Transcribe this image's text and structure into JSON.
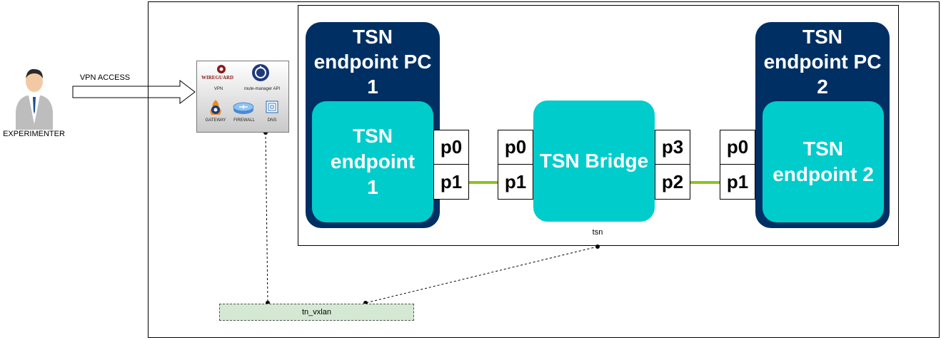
{
  "experimenter": {
    "label": "EXPERIMENTER",
    "icon": "person-icon"
  },
  "vpn_arrow": {
    "label": "VPN ACCESS"
  },
  "services": {
    "items": [
      {
        "name": "wireguard",
        "logo_text": "WIREGUARD",
        "label": "VPN",
        "icon": "wireguard-icon"
      },
      {
        "name": "route-manager",
        "label": "route-manager API",
        "icon": "route-manager-icon"
      },
      {
        "name": "gateway",
        "label": "GATEWAY",
        "icon": "gateway-icon"
      },
      {
        "name": "firewall",
        "label": "FIREWALL",
        "icon": "firewall-icon"
      },
      {
        "name": "dns",
        "label": "DNS",
        "icon": "dns-icon"
      }
    ]
  },
  "tsn": {
    "label": "tsn",
    "pc1": {
      "title": "TSN endpoint PC 1",
      "endpoint": "TSN endpoint 1",
      "ports": [
        "p0",
        "p1"
      ]
    },
    "bridge": {
      "label": "TSN Bridge",
      "left_ports": [
        "p0",
        "p1"
      ],
      "right_ports": [
        "p3",
        "p2"
      ]
    },
    "pc2": {
      "title": "TSN endpoint PC 2",
      "endpoint": "TSN endpoint 2",
      "ports": [
        "p0",
        "p1"
      ]
    }
  },
  "vxlan": {
    "label": "tn_vxlan"
  },
  "colors": {
    "pc": "#002f63",
    "endpoint": "#00cccc",
    "link": "#8dc41e",
    "vxlan": "#d5e8d4"
  }
}
